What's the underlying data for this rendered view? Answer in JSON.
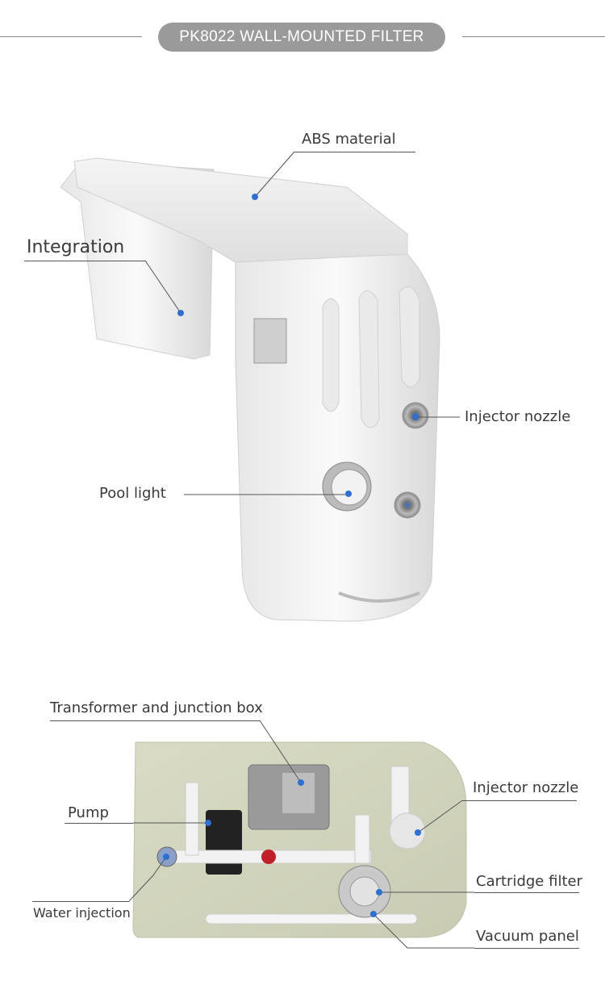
{
  "header": {
    "title": "PK8022 WALL-MOUNTED FILTER"
  },
  "product_view": {
    "labels": {
      "abs_material": "ABS material",
      "integration": "Integration",
      "injector_nozzle": "Injector nozzle",
      "pool_light": "Pool light"
    }
  },
  "interior_view": {
    "labels": {
      "transformer": "Transformer and junction box",
      "injector_nozzle": "Injector nozzle",
      "pump": "Pump",
      "cartridge_filter": "Cartridge filter",
      "water_injection": "Water injection",
      "vacuum_panel": "Vacuum panel"
    }
  },
  "colors": {
    "marker": "#2f6fd0",
    "header_pill": "#9a9a9a",
    "line": "#555555"
  }
}
